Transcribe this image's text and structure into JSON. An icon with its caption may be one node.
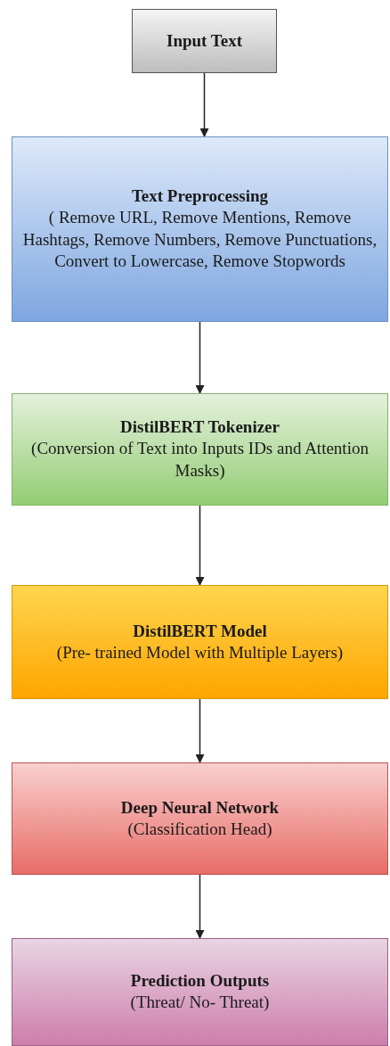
{
  "diagram": {
    "nodes": [
      {
        "text": [
          "Input Text"
        ]
      },
      {
        "text": [
          "Text Preprocessing",
          "( Remove URL, Remove Mentions, Remove Hashtags, Remove Numbers, Remove Punctuations, Convert to Lowercase, Remove Stopwords"
        ]
      },
      {
        "text": [
          "DistilBERT Tokenizer",
          "(Conversion of Text into Inputs IDs and Attention Masks)"
        ]
      },
      {
        "text": [
          "DistilBERT Model",
          "(Pre- trained Model with Multiple Layers)"
        ]
      },
      {
        "text": [
          "Deep Neural Network",
          "(Classification Head)"
        ]
      },
      {
        "text": [
          "Prediction Outputs",
          "(Threat/ No- Threat)"
        ]
      }
    ],
    "edges": [
      {
        "from": 0,
        "to": 1,
        "arrow": "to"
      },
      {
        "from": 1,
        "to": 2,
        "arrow": "to"
      },
      {
        "from": 2,
        "to": 3,
        "arrow": "to"
      },
      {
        "from": 3,
        "to": 4,
        "arrow": "to"
      },
      {
        "from": 4,
        "to": 5,
        "arrow": "to"
      }
    ]
  }
}
